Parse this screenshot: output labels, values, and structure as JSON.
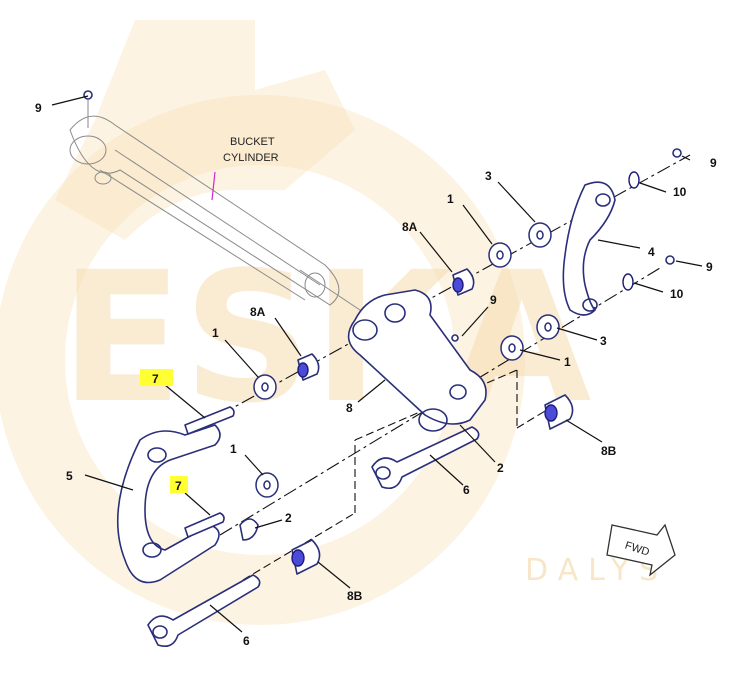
{
  "annotation": {
    "line1": "BUCKET",
    "line2": "CYLINDER"
  },
  "arrow": {
    "label": "FWD"
  },
  "callouts": {
    "c1": "1",
    "c2": "2",
    "c3": "3",
    "c4": "4",
    "c5": "5",
    "c6": "6",
    "c7": "7",
    "c8": "8",
    "c8A": "8A",
    "c8B": "8B",
    "c9": "9",
    "c10": "10"
  },
  "highlighted_item": "7",
  "colors": {
    "part_outline": "#2a2f7a",
    "bushing": "#4b4bd8",
    "highlight": "#ffff33",
    "watermark": "#f6dcb0"
  },
  "watermark": {
    "letters": "ESKA",
    "subtext": "DALYS"
  }
}
